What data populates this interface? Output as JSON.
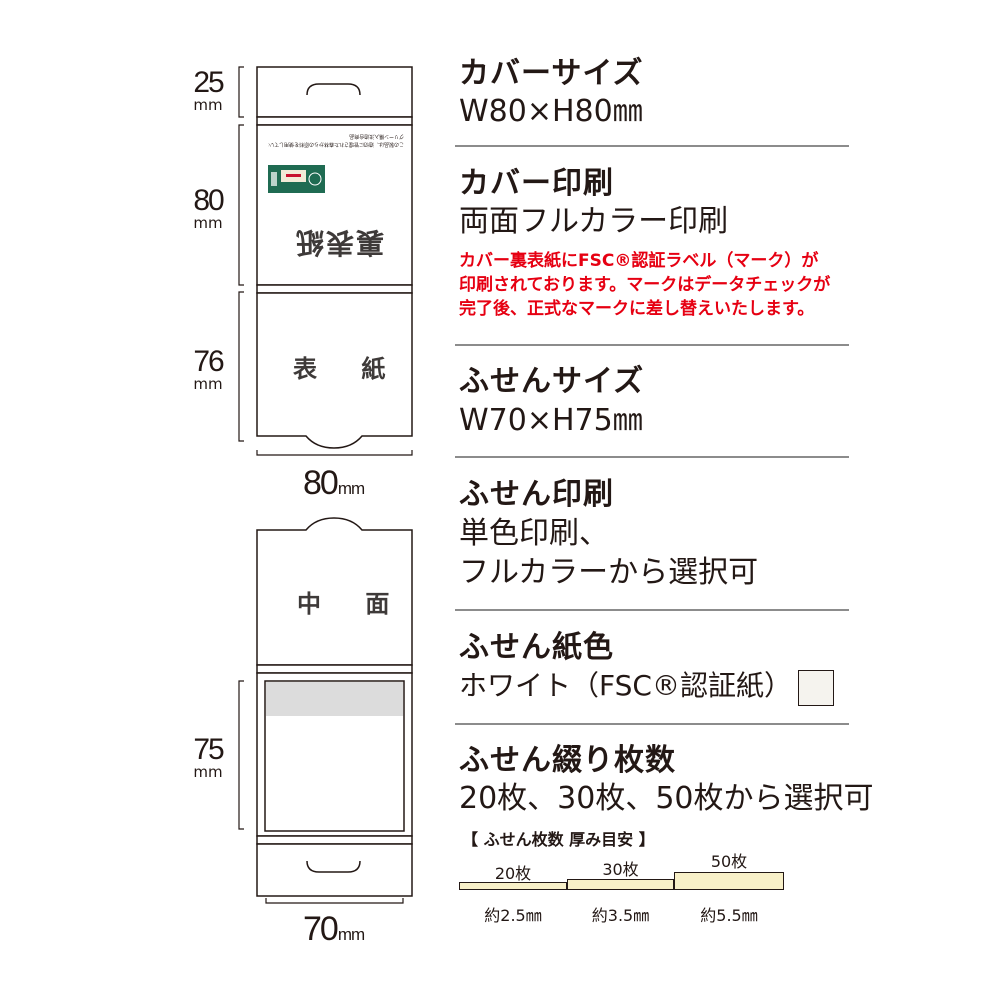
{
  "dimensions": {
    "cover_top_tab": {
      "value": "25",
      "unit": "mm"
    },
    "cover_back": {
      "value": "80",
      "unit": "mm"
    },
    "cover_front": {
      "value": "76",
      "unit": "mm"
    },
    "cover_width": {
      "value": "80",
      "unit": "mm"
    },
    "sticky_height": {
      "value": "75",
      "unit": "mm"
    },
    "sticky_width": {
      "value": "70",
      "unit": "mm"
    }
  },
  "panels": {
    "back_label": "裏表紙",
    "front_label": "表 紙",
    "inside_label": "中 面",
    "back_fine_print_1": "グリーン購入法適合商品",
    "back_fine_print_2": "この製品は、適切に管理された森林からの原料を使用しています。"
  },
  "sections": [
    {
      "heading": "カバーサイズ",
      "lines": [
        "W80×H80㎜"
      ]
    },
    {
      "heading": "カバー印刷",
      "lines": [
        "両面フルカラー印刷"
      ],
      "note": [
        "カバー裏表紙にFSC®認証ラベル（マーク）が",
        "印刷されております。マークはデータチェックが",
        "完了後、正式なマークに差し替えいたします。"
      ]
    },
    {
      "heading": "ふせんサイズ",
      "lines": [
        "W70×H75㎜"
      ]
    },
    {
      "heading": "ふせん印刷",
      "lines": [
        "単色印刷、",
        "フルカラーから選択可"
      ]
    },
    {
      "heading": "ふせん紙色",
      "lines": [
        "ホワイト（FSC®認証紙）"
      ]
    },
    {
      "heading": "ふせん綴り枚数",
      "lines": [
        "20枚、30枚、50枚から選択可"
      ]
    }
  ],
  "swatch_color": "#f5f3ee",
  "thickness": {
    "title": "【 ふせん枚数 厚み目安 】",
    "items": [
      {
        "count": "20枚",
        "thickness": "約2.5㎜"
      },
      {
        "count": "30枚",
        "thickness": "約3.5㎜"
      },
      {
        "count": "50枚",
        "thickness": "約5.5㎜"
      }
    ]
  }
}
